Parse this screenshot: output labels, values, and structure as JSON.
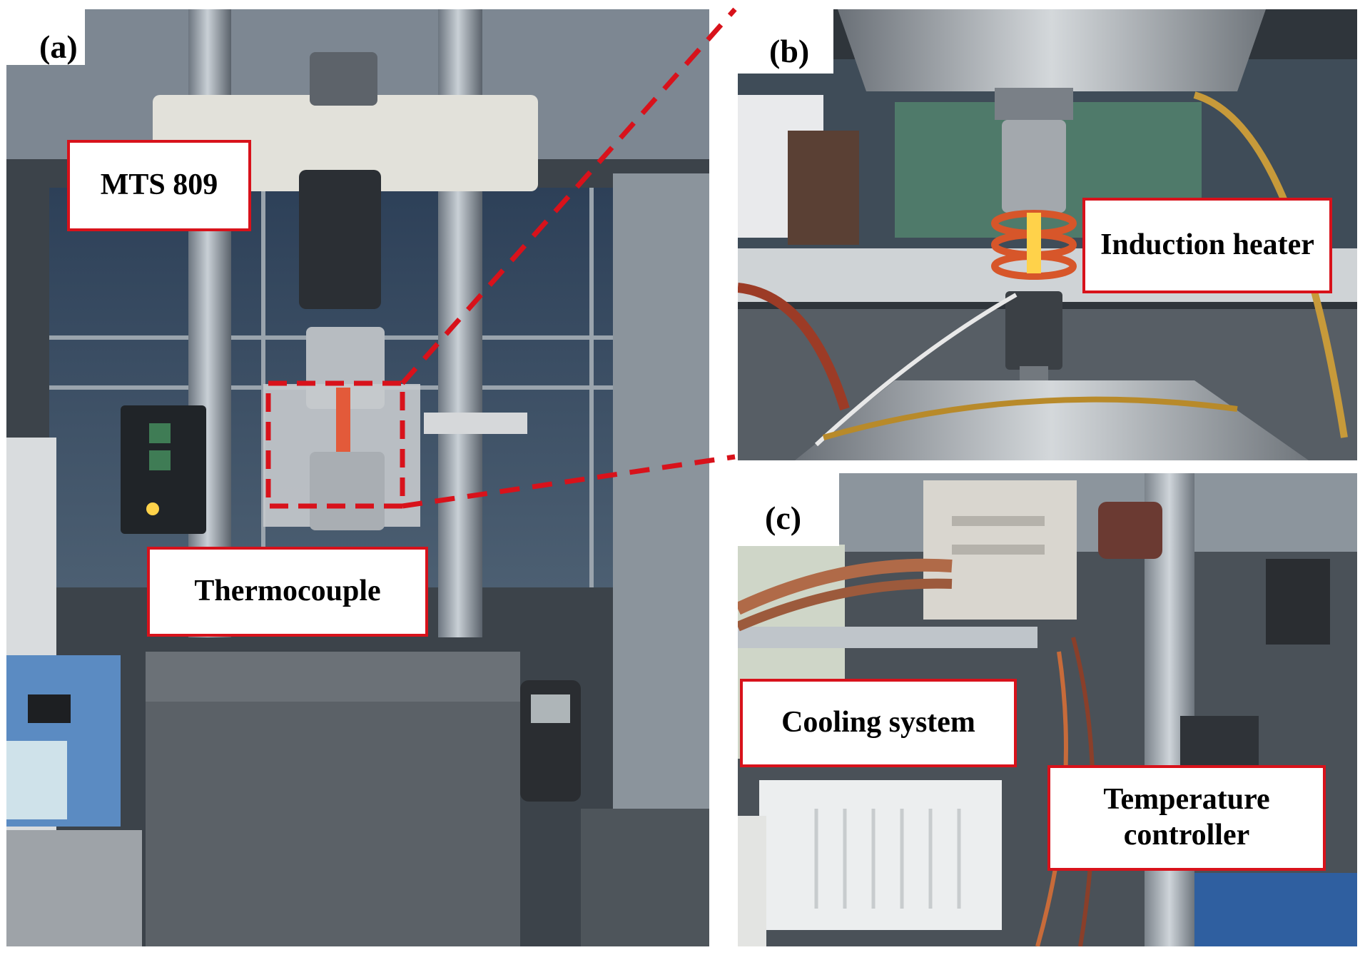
{
  "panels": {
    "a": {
      "tag": "(a)"
    },
    "b": {
      "tag": "(b)"
    },
    "c": {
      "tag": "(c)"
    }
  },
  "labels": {
    "mts": "MTS 809",
    "thermocouple": "Thermocouple",
    "induction_heater": "Induction heater",
    "cooling_system": "Cooling system",
    "temperature_controller": "Temperature controller"
  },
  "colors": {
    "annotation_red": "#d8121b",
    "label_bg": "#ffffff"
  }
}
